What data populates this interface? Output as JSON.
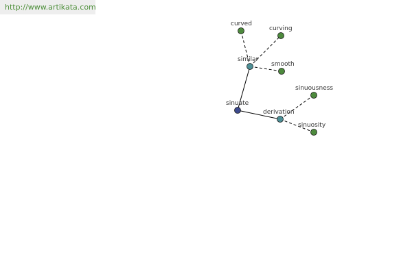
{
  "header": {
    "url": "http://www.artikata.com"
  },
  "colors": {
    "root_node": "#3d4a8e",
    "hub_node": "#4d8f96",
    "leaf_node": "#4d8a3d",
    "edge": "#000000",
    "url_text": "#4d8f3a",
    "url_bar": "#eeeeee"
  },
  "graph": {
    "nodes": [
      {
        "id": "sinuate",
        "label": "sinuate",
        "kind": "root"
      },
      {
        "id": "similar",
        "label": "similar",
        "kind": "hub"
      },
      {
        "id": "derivation",
        "label": "derivation",
        "kind": "hub"
      },
      {
        "id": "curved",
        "label": "curved",
        "kind": "leaf"
      },
      {
        "id": "curving",
        "label": "curving",
        "kind": "leaf"
      },
      {
        "id": "smooth",
        "label": "smooth",
        "kind": "leaf"
      },
      {
        "id": "sinuousness",
        "label": "sinuousness",
        "kind": "leaf"
      },
      {
        "id": "sinuosity",
        "label": "sinuosity",
        "kind": "leaf"
      }
    ],
    "edges": [
      {
        "from": "sinuate",
        "to": "similar",
        "style": "solid"
      },
      {
        "from": "sinuate",
        "to": "derivation",
        "style": "solid"
      },
      {
        "from": "similar",
        "to": "curved",
        "style": "dashed"
      },
      {
        "from": "similar",
        "to": "curving",
        "style": "dashed"
      },
      {
        "from": "similar",
        "to": "smooth",
        "style": "dashed"
      },
      {
        "from": "derivation",
        "to": "sinuousness",
        "style": "dashed"
      },
      {
        "from": "derivation",
        "to": "sinuosity",
        "style": "dashed"
      }
    ]
  }
}
